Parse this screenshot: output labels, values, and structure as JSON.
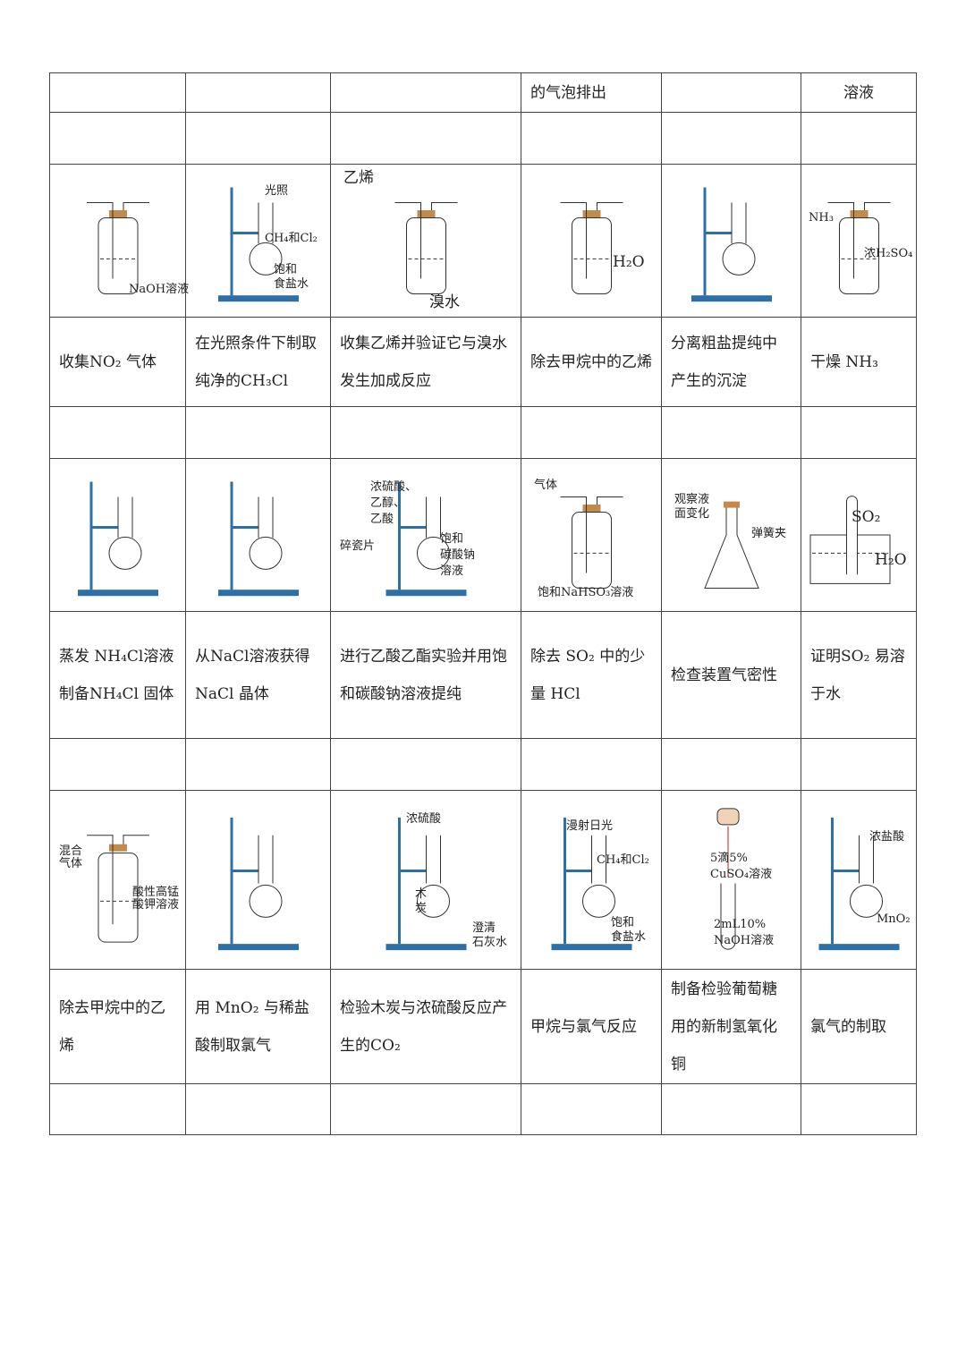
{
  "row_top": [
    "",
    "",
    "",
    "的气泡排出",
    "",
    "溶液"
  ],
  "row_a": {
    "labels": [
      [
        "NaOH溶液"
      ],
      [
        "光照",
        "CH₄和Cl₂",
        "饱和",
        "食盐水"
      ],
      [
        "乙烯",
        "溴水"
      ],
      [
        "H₂O"
      ],
      [],
      [
        "NH₃",
        "浓H₂SO₄"
      ]
    ],
    "desc": [
      "收集NO₂ 气体",
      "在光照条件下制取纯净的CH₃Cl",
      "收集乙烯并验证它与溴水发生加成反应",
      "除去甲烷中的乙烯",
      "分离粗盐提纯中产生的沉淀",
      "干燥 NH₃"
    ]
  },
  "row_b": {
    "labels": [
      [],
      [],
      [
        "浓硫酸、",
        "乙醇、",
        "乙酸",
        "碎瓷片",
        "饱和",
        "碳酸钠",
        "溶液"
      ],
      [
        "气体",
        "饱和NaHSO₃溶液"
      ],
      [
        "观察液",
        "面变化",
        "弹簧夹"
      ],
      [
        "SO₂",
        "H₂O"
      ]
    ],
    "desc": [
      "蒸发 NH₄Cl溶液制备NH₄Cl 固体",
      "从NaCl溶液获得NaCl 晶体",
      "进行乙酸乙酯实验并用饱和碳酸钠溶液提纯",
      "除去 SO₂ 中的少量 HCl",
      "检查装置气密性",
      "证明SO₂ 易溶于水"
    ]
  },
  "row_c": {
    "labels": [
      [
        "混合",
        "气体",
        "酸性高锰",
        "酸钾溶液"
      ],
      [],
      [
        "浓硫酸",
        "木",
        "炭",
        "澄清",
        "石灰水"
      ],
      [
        "漫射日光",
        "CH₄和Cl₂",
        "饱和",
        "食盐水"
      ],
      [
        "5滴5%",
        "CuSO₄溶液",
        "2mL10%",
        "NaOH溶液"
      ],
      [
        "浓盐酸",
        "MnO₂"
      ]
    ],
    "desc": [
      "除去甲烷中的乙烯",
      "用 MnO₂ 与稀盐酸制取氯气",
      "检验木炭与浓硫酸反应产生的CO₂",
      "甲烷与氯气反应",
      "制备检验葡萄糖用的新制氢氧化铜",
      "氯气的制取"
    ]
  },
  "colors": {
    "stand": "#2f6fa8",
    "stopper": "#c48a4a",
    "line": "#333"
  }
}
